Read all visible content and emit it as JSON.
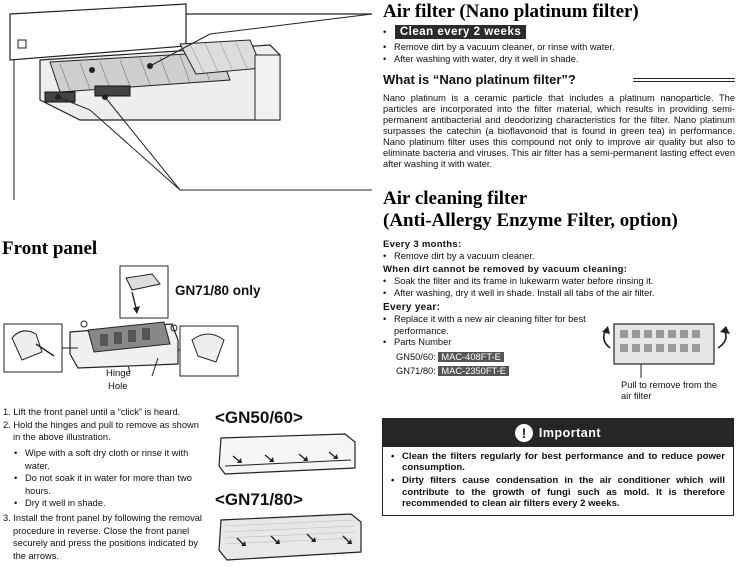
{
  "air_filter": {
    "title": "Air filter (Nano platinum filter)",
    "badge": "Clean every 2 weeks",
    "bullets": [
      "Remove dirt by a vacuum cleaner, or rinse with water.",
      "After washing with water, dry it well in shade."
    ]
  },
  "nano": {
    "heading": "What is “Nano platinum filter”?",
    "body": "Nano platinum is a ceramic particle that includes a platinum nanoparticle. The particles are incorporated into the filter material, which results in providing semi-permanent antibacterial and deodorizing characteristics for the filter. Nano platinum surpasses the catechin (a bioflavonoid that is found in green tea) in performance. Nano platinum filter uses this compound not only to improve air quality but also to eliminate bacteria and viruses. This air filter has a semi-permanent lasting effect even after washing it with water."
  },
  "cleaning": {
    "title1": "Air cleaning filter",
    "title2": "(Anti-Allergy Enzyme Filter, option)",
    "every3_label": "Every 3 months:",
    "every3_bullets": [
      "Remove dirt by a vacuum cleaner."
    ],
    "notremoved_label": "When dirt cannot be removed by vacuum cleaning:",
    "notremoved_bullets": [
      "Soak the filter and its frame in lukewarm water before rinsing it.",
      "After washing, dry it well in shade. Install all tabs of the air filter."
    ],
    "everyyear_label": "Every year:",
    "everyyear_bullets": [
      "Replace it with a new air cleaning filter for best performance.",
      "Parts Number"
    ],
    "parts": [
      {
        "model": "GN50/60:",
        "part": "MAC-408FT-E"
      },
      {
        "model": "GN71/80:",
        "part": "MAC-2350FT-E"
      }
    ],
    "pull_caption": "Pull to remove from the air filter"
  },
  "front_panel": {
    "title": "Front panel",
    "gn7180_label": "GN71/80 only",
    "hinge_label": "Hinge",
    "hole_label": "Hole",
    "steps": [
      "1. Lift the front panel until a “click” is heard.",
      "2. Hold the hinges and pull to remove as shown in the above illustration.",
      "3. Install the front panel by following the removal procedure in reverse. Close the front panel securely and press the positions indicated by the arrows."
    ],
    "sub_bullets": [
      "Wipe with a soft dry cloth or rinse it with water.",
      "Do not soak it in water for more than two hours.",
      "Dry it well in shade."
    ]
  },
  "models": {
    "gn5060": "<GN50/60>",
    "gn7180": "<GN71/80>"
  },
  "important": {
    "title": "Important",
    "bullets": [
      "Clean the filters regularly for best performance and to reduce power consumption.",
      "Dirty filters cause condensation in the air conditioner which will contribute to the growth of fungi such as mold. It is therefore recommended to clean air filters every 2 weeks."
    ]
  }
}
